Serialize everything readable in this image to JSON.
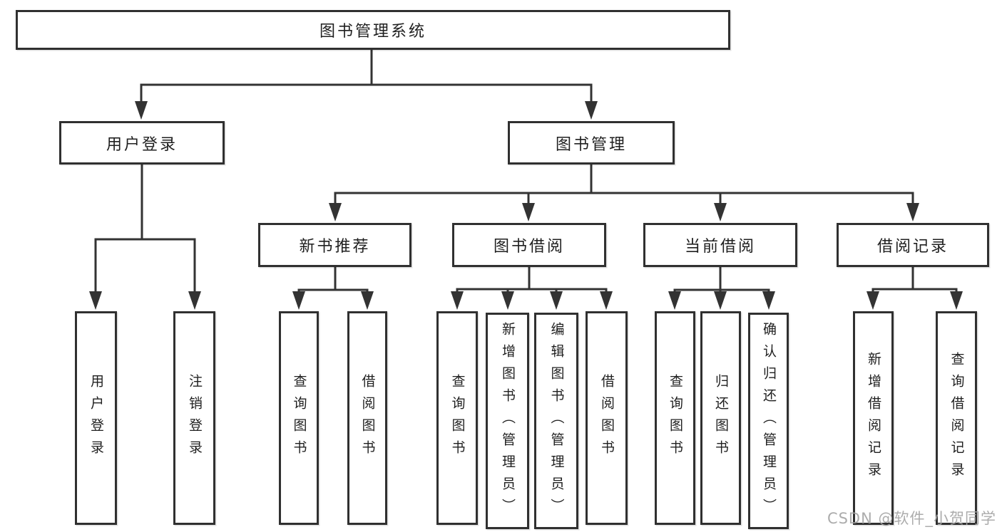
{
  "diagram": {
    "title": "图书管理系统",
    "type": "tree",
    "colors": {
      "line": "#333333",
      "box_border": "#303030",
      "box_fill": "#ffffff",
      "text": "#1f1f1f",
      "watermark": "#a5a5a5",
      "background": "#ffffff"
    },
    "tree": {
      "root_label": "图书管理系统",
      "branches": [
        {
          "label": "用户登录",
          "leaves": [
            "用户登录",
            "注销登录"
          ]
        },
        {
          "label": "图书管理",
          "sections": [
            {
              "label": "新书推荐",
              "leaves": [
                "查询图书",
                "借阅图书"
              ]
            },
            {
              "label": "图书借阅",
              "leaves": [
                "查询图书",
                "新增图书（管理员）",
                "编辑图书（管理员）",
                "借阅图书"
              ]
            },
            {
              "label": "当前借阅",
              "leaves": [
                "查询图书",
                "归还图书",
                "确认归还（管理员）"
              ]
            },
            {
              "label": "借阅记录",
              "leaves": [
                "新增借阅记录",
                "查询借阅记录"
              ]
            }
          ]
        }
      ]
    },
    "watermark": "CSDN @软件_小贺同学"
  }
}
